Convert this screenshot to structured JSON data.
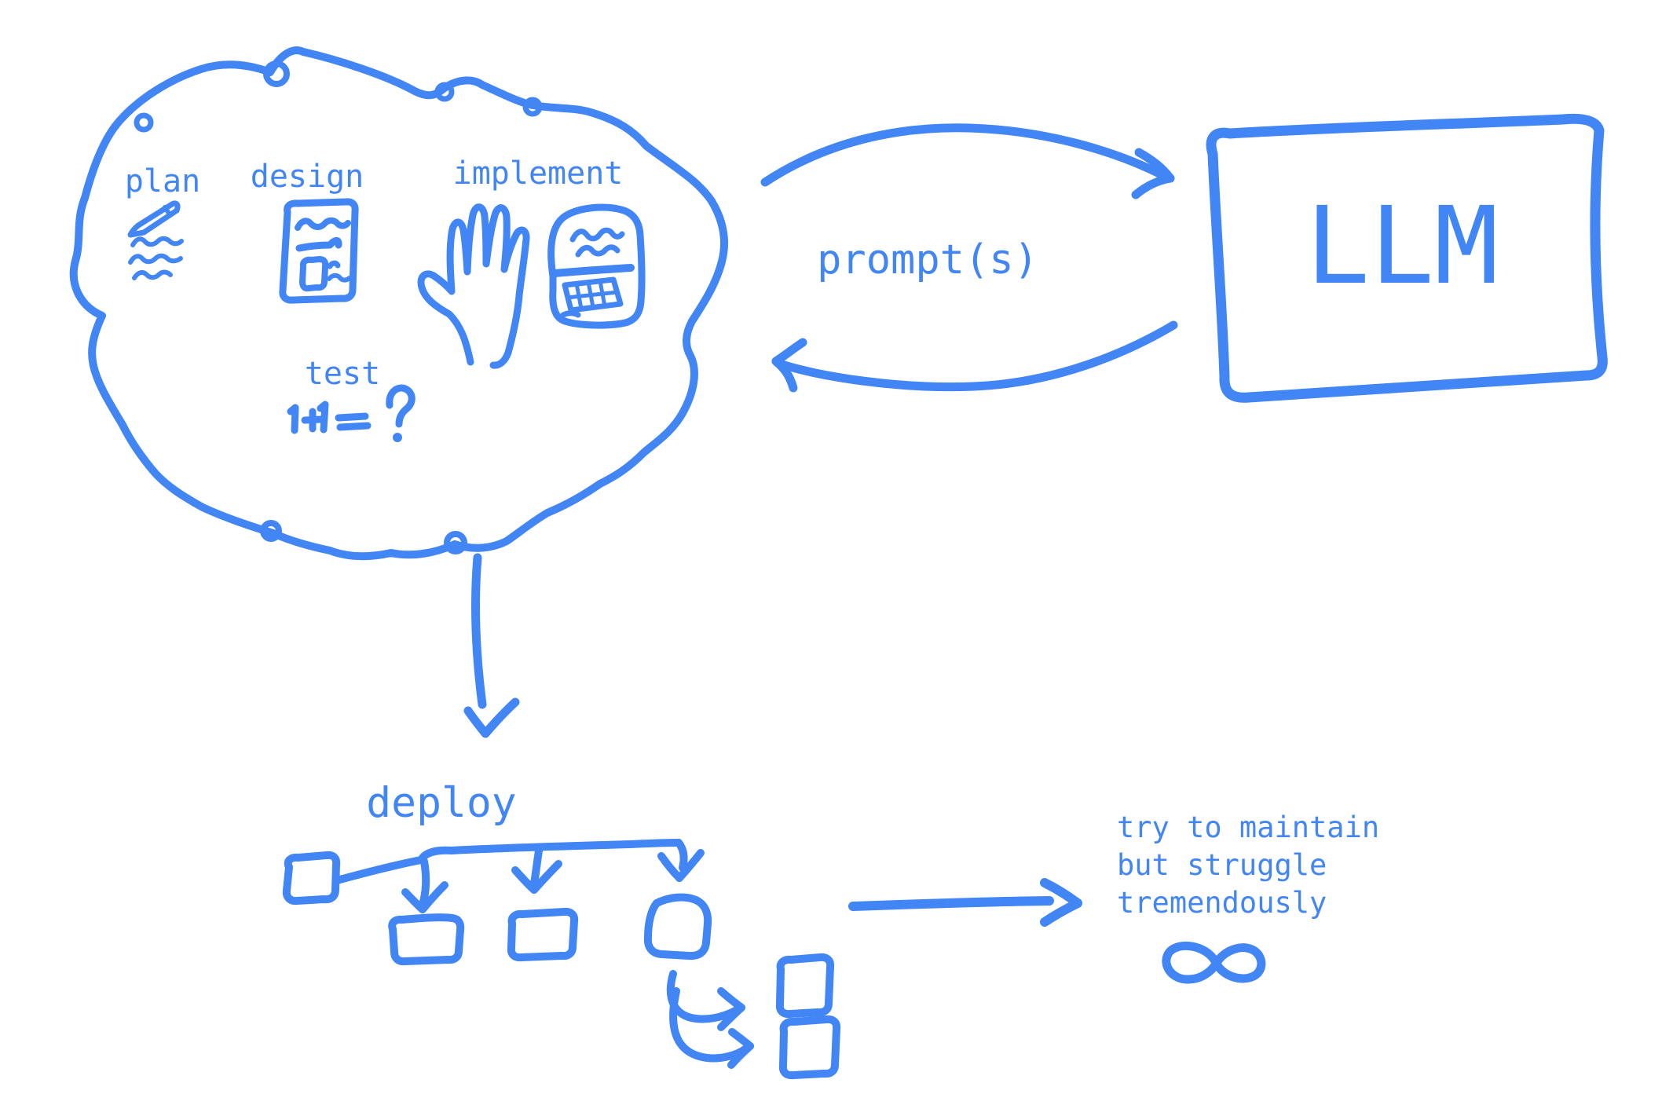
{
  "canvas": {
    "background": "#ffffff",
    "ink": "#4285f4"
  },
  "cloud": {
    "description": "thought-cloud of the classic software dev cycle",
    "stages": [
      {
        "id": "plan",
        "label": "plan",
        "icon": "pencil-icon"
      },
      {
        "id": "design",
        "label": "design",
        "icon": "document-icon"
      },
      {
        "id": "implement",
        "label": "implement",
        "icon": "hand-and-laptop-icon"
      },
      {
        "id": "test",
        "label": "test",
        "icon": "handwritten-equation",
        "equation": "1+1=?"
      }
    ]
  },
  "llm": {
    "label": "LLM"
  },
  "flow": {
    "prompt_label": "prompt(s)",
    "deploy_label": "deploy"
  },
  "maintain": {
    "lines": [
      "try to maintain",
      "but struggle",
      "tremendously"
    ],
    "icon": "infinity-icon"
  }
}
